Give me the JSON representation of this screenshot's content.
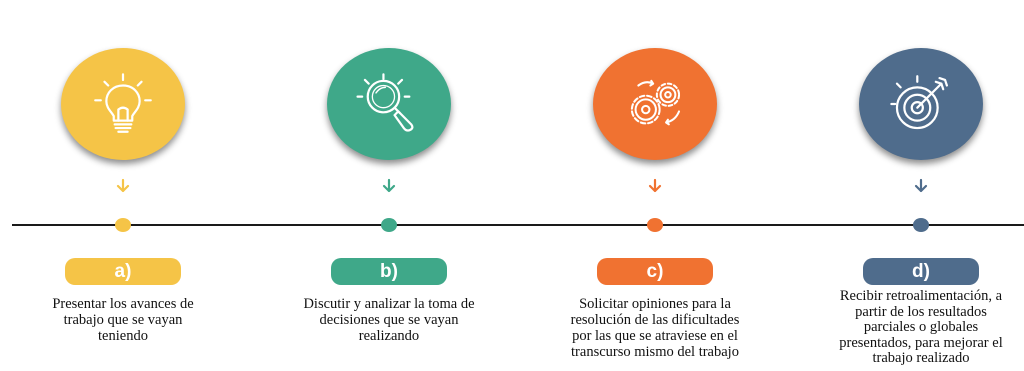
{
  "colors": {
    "yellow": "#f5c447",
    "green": "#3fa889",
    "orange": "#f07231",
    "blue": "#4f6c8c",
    "line": "#1a1a1a"
  },
  "steps": [
    {
      "icon": "lightbulb-icon",
      "label": "a)",
      "color": "#f5c447",
      "lines": [
        "Presentar los avances de",
        "trabajo que se vayan",
        "teniendo"
      ]
    },
    {
      "icon": "magnifying-glass-icon",
      "label": "b)",
      "color": "#3fa889",
      "lines": [
        "Discutir y analizar la toma de",
        "decisiones que se vayan",
        "realizando"
      ]
    },
    {
      "icon": "gears-icon",
      "label": "c)",
      "color": "#f07231",
      "lines": [
        "Solicitar opiniones para la",
        "resolución de las dificultades",
        "por las que se atraviese en el",
        "transcurso mismo del trabajo"
      ]
    },
    {
      "icon": "target-icon",
      "label": "d)",
      "color": "#4f6c8c",
      "lines": [
        "Recibir retroalimentación, a",
        "partir de los resultados",
        "parciales o globales",
        "presentados, para mejorar el",
        "trabajo realizado"
      ]
    }
  ]
}
